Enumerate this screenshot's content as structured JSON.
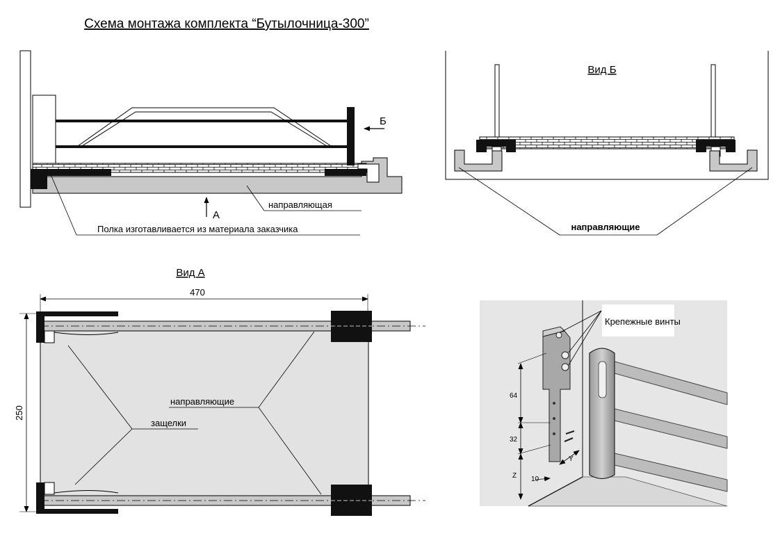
{
  "title": "Схема монтажа комплекта “Бутылочница-300”",
  "side_view": {
    "arrow_b": "Б",
    "arrow_a": "А",
    "rail_label": "направляющая",
    "shelf_label": "Полка изготавливается из материала заказчика"
  },
  "view_b": {
    "title": "Вид Б",
    "rails_label": "направляющие"
  },
  "view_a": {
    "title": "Вид А",
    "width_dim": "470",
    "height_dim": "250",
    "rails_label": "направляющие",
    "latches_label": "защелки"
  },
  "photo": {
    "screws_label": "Крепежные винты",
    "dim_64": "64",
    "dim_32": "32",
    "dim_10": "10",
    "dim_y": "Y",
    "dim_z": "Z"
  },
  "colors": {
    "line": "#000000",
    "rail_gray": "#c8c8c8",
    "panel_gray": "#e2e2e2",
    "photo_bg": "#e6e6e6"
  }
}
